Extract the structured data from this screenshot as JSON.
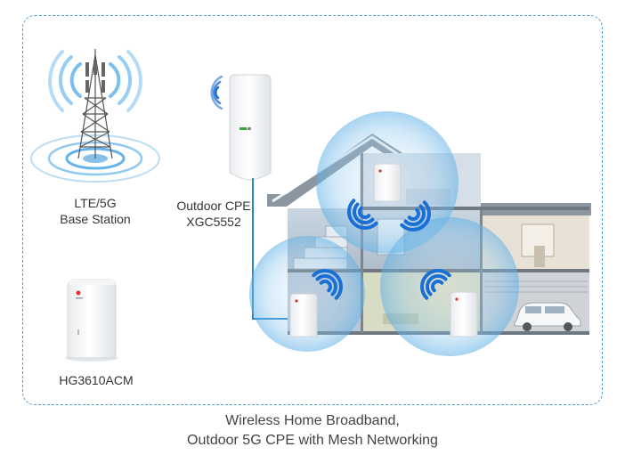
{
  "labels": {
    "base_station_line1": "LTE/5G",
    "base_station_line2": "Base Station",
    "outdoor_cpe_line1": "Outdoor CPE",
    "outdoor_cpe_line2": "XGC5552",
    "indoor_router": "HG3610ACM"
  },
  "caption": {
    "line1": "Wireless Home Broadband,",
    "line2": "Outdoor 5G CPE with Mesh Networking"
  },
  "colors": {
    "frame": "#4a9fd4",
    "signal": "#1a6fd6",
    "tower_wave": "#6bb8ee",
    "coverage": "#9fd0f2",
    "cable": "#2a86c8"
  }
}
